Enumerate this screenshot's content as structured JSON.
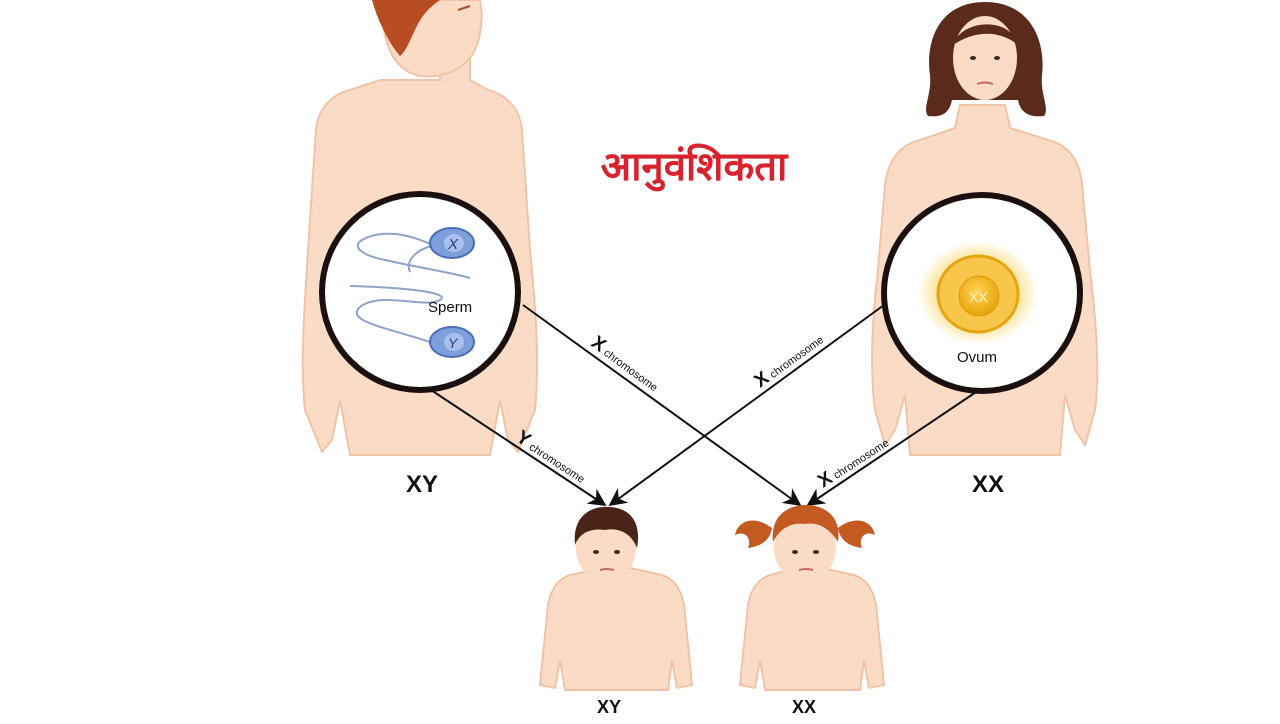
{
  "title": "आनुवंशिकता",
  "father": {
    "genotype": "XY",
    "cell_label": "Sperm",
    "sperm_x": "X",
    "sperm_y": "Y"
  },
  "mother": {
    "genotype": "XX",
    "cell_label": "Ovum",
    "ovum_chromosomes": "XX"
  },
  "arrows": {
    "father_x": {
      "letter": "X",
      "word": "chromosome"
    },
    "father_y": {
      "letter": "Y",
      "word": "chromosome"
    },
    "mother_x1": {
      "letter": "X",
      "word": "chromosome"
    },
    "mother_x2": {
      "letter": "X",
      "word": "chromosome"
    }
  },
  "children": {
    "boy_genotype": "XY",
    "girl_genotype": "XX"
  },
  "colors": {
    "title": "#d8232f",
    "skin": "#fadcc6",
    "skin_shade": "#f1c3a6",
    "outline": "#111111",
    "circle_ring": "#1a1010",
    "sperm_head": "#7f9fdb",
    "ovum_yolk": "#f2b41a",
    "female_hair": "#5a2a1c",
    "male_hair": "#b84d22",
    "boy_hair": "#4a2418",
    "girl_hair": "#c25a22"
  }
}
